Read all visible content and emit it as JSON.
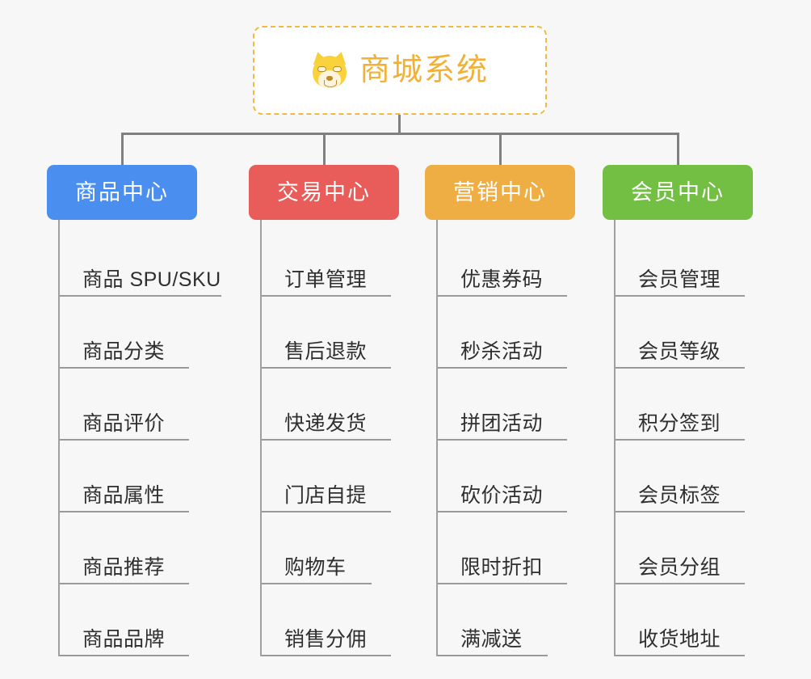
{
  "page": {
    "background_color": "#f7f7f7",
    "type": "mindmap"
  },
  "root": {
    "icon": "shiba-dog-face-icon",
    "title": "商城系统",
    "text_color": "#f2b134",
    "border_color": "#f2b842",
    "background_color": "#ffffff"
  },
  "connector": {
    "color": "#808080"
  },
  "columns": [
    {
      "title": "商品中心",
      "color": "#4a8ff0",
      "items": [
        {
          "label": "商品 SPU/SKU",
          "narrow": false
        },
        {
          "label": "商品分类",
          "narrow": true
        },
        {
          "label": "商品评价",
          "narrow": true
        },
        {
          "label": "商品属性",
          "narrow": true
        },
        {
          "label": "商品推荐",
          "narrow": true
        },
        {
          "label": "商品品牌",
          "narrow": true
        }
      ]
    },
    {
      "title": "交易中心",
      "color": "#e85c5a",
      "items": [
        {
          "label": "订单管理",
          "narrow": false
        },
        {
          "label": "售后退款",
          "narrow": false
        },
        {
          "label": "快递发货",
          "narrow": false
        },
        {
          "label": "门店自提",
          "narrow": false
        },
        {
          "label": "购物车",
          "narrow": true
        },
        {
          "label": "销售分佣",
          "narrow": false
        }
      ]
    },
    {
      "title": "营销中心",
      "color": "#eeae43",
      "items": [
        {
          "label": "优惠券码",
          "narrow": false
        },
        {
          "label": "秒杀活动",
          "narrow": false
        },
        {
          "label": "拼团活动",
          "narrow": false
        },
        {
          "label": "砍价活动",
          "narrow": false
        },
        {
          "label": "限时折扣",
          "narrow": false
        },
        {
          "label": "满减送",
          "narrow": true
        }
      ]
    },
    {
      "title": "会员中心",
      "color": "#72bf44",
      "items": [
        {
          "label": "会员管理",
          "narrow": false
        },
        {
          "label": "会员等级",
          "narrow": false
        },
        {
          "label": "积分签到",
          "narrow": false
        },
        {
          "label": "会员标签",
          "narrow": false
        },
        {
          "label": "会员分组",
          "narrow": false
        },
        {
          "label": "收货地址",
          "narrow": false
        }
      ]
    }
  ]
}
